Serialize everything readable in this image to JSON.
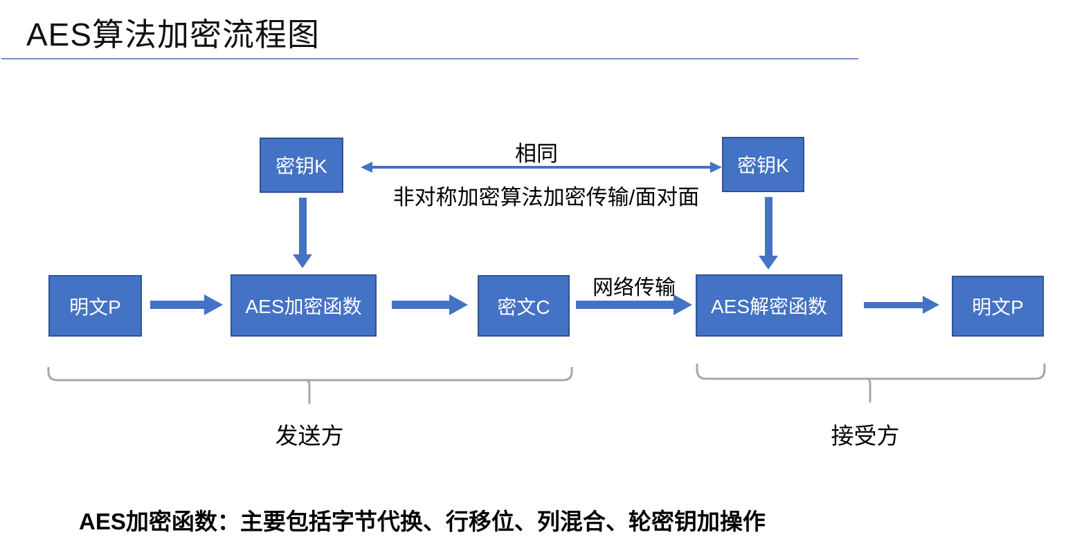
{
  "title": "AES算法加密流程图",
  "colors": {
    "box_fill": "#4472c4",
    "box_border": "#2e5395",
    "box_text": "#ffffff",
    "arrow": "#4472c4",
    "brace": "#a6a6a6",
    "divider": "#7191cd"
  },
  "boxes": {
    "key_left": "密钥K",
    "key_right": "密钥K",
    "plain_left": "明文P",
    "enc_func": "AES加密函数",
    "cipher": "密文C",
    "dec_func": "AES解密函数",
    "plain_right": "明文P"
  },
  "labels": {
    "same": "相同",
    "asym_transfer": "非对称加密算法加密传输/面对面",
    "network": "网络传输",
    "sender": "发送方",
    "receiver": "接受方"
  },
  "footnote": "AES加密函数：主要包括字节代换、行移位、列混合、轮密钥加操作"
}
